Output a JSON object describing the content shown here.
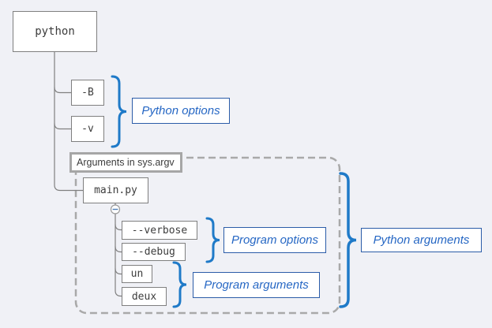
{
  "diagram": {
    "title_node": "python",
    "nodes": {
      "python": "python",
      "optB": "-B",
      "optV": "-v",
      "main": "main.py",
      "verbose": "--verbose",
      "debug": "--debug",
      "un": "un",
      "deux": "deux"
    },
    "group": {
      "title": "Arguments in sys.argv"
    },
    "callouts": {
      "python_options": "Python options",
      "program_options": "Program options",
      "program_arguments": "Program arguments",
      "python_arguments": "Python arguments"
    },
    "icons": {
      "collapse": "minus-icon"
    },
    "colors": {
      "background": "#f0f1f6",
      "brace_blue": "#1f7ac8",
      "callout_border": "#2b5ca8",
      "callout_text": "#2667c4",
      "node_border": "#7f7f7f",
      "connector_gray": "#808080",
      "dashed_border": "#a9a9a9",
      "node_text": "#3d3d3d"
    }
  }
}
